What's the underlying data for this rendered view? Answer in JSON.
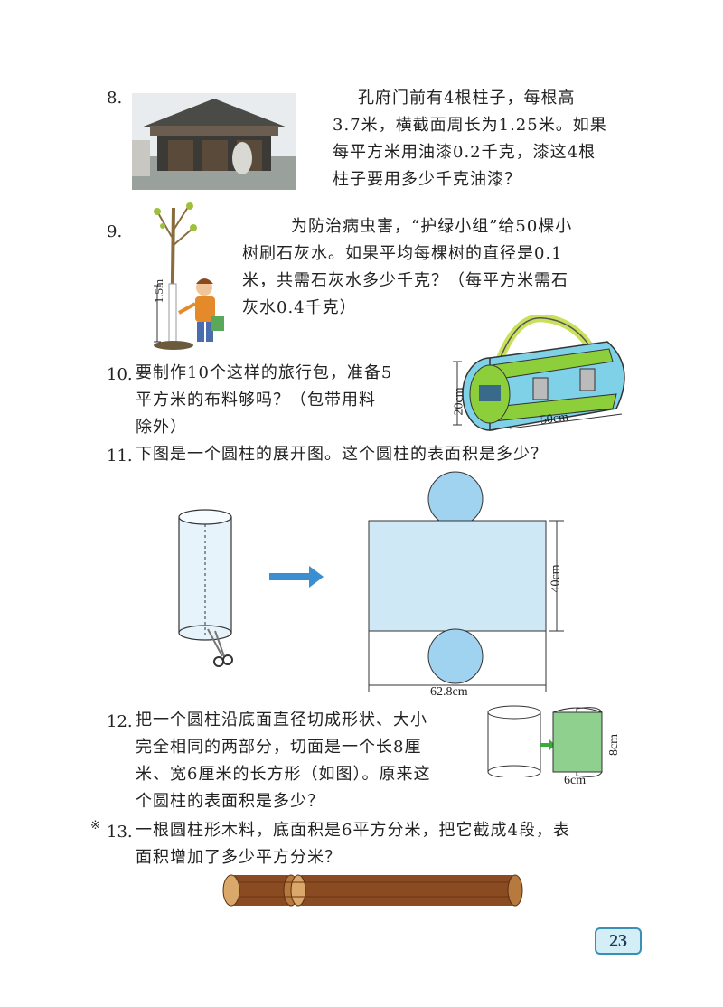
{
  "page_number": "23",
  "problems": {
    "p8": {
      "number": "8.",
      "lines": [
        "孔府门前有4根柱子，每根高",
        "3.7米，横截面周长为1.25米。如果",
        "每平方米用油漆0.2千克，漆这4根",
        "柱子要用多少千克油漆？"
      ]
    },
    "p9": {
      "number": "9.",
      "lines": [
        "为防治病虫害，“护绿小组”给50棵小",
        "树刷石灰水。如果平均每棵树的直径是0.1",
        "米，共需石灰水多少千克？（每平方米需石",
        "灰水0.4千克）"
      ],
      "figure_label": "1.5m"
    },
    "p10": {
      "number": "10.",
      "lines": [
        "要制作10个这样的旅行包，准备5",
        "平方米的布料够吗？（包带用料",
        "除外）"
      ],
      "height_label": "20cm",
      "length_label": "50cm"
    },
    "p11": {
      "number": "11.",
      "lines": [
        "下图是一个圆柱的展开图。这个圆柱的表面积是多少？"
      ],
      "height_label": "40cm",
      "width_label": "62.8cm"
    },
    "p12": {
      "number": "12.",
      "lines": [
        "把一个圆柱沿底面直径切成形状、大小",
        "完全相同的两部分，切面是一个长8厘",
        "米、宽6厘米的长方形（如图）。原来这",
        "个圆柱的表面积是多少？"
      ],
      "height_label": "8cm",
      "width_label": "6cm"
    },
    "p13": {
      "marker": "※",
      "number": "13.",
      "lines": [
        "一根圆柱形木料，底面积是6平方分米，把它截成4段，表",
        "面积增加了多少平方分米？"
      ]
    }
  }
}
